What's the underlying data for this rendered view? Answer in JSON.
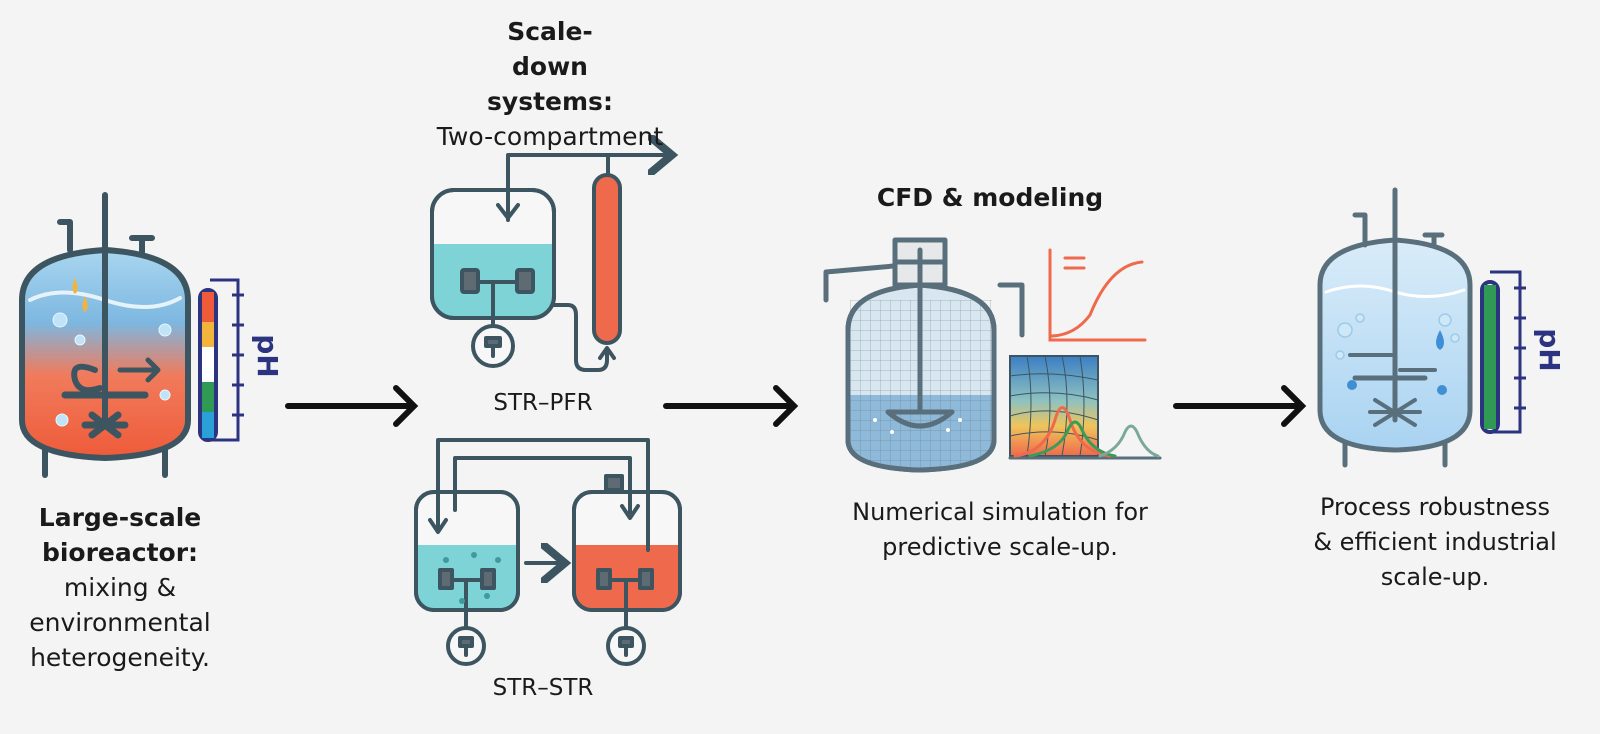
{
  "stages": {
    "large_scale": {
      "title": "Large-scale bioreactor:",
      "lines": [
        "mixing &",
        "environmental",
        "heterogeneity."
      ],
      "gauge_label": "pH"
    },
    "scale_down": {
      "title": "Scale-down systems:",
      "subtitle": "Two-compartment",
      "str_pfr_caption": "STR–PFR",
      "str_str_caption": "STR–STR"
    },
    "cfd": {
      "title": "CFD & modeling",
      "description": "Numerical simulation for predictive scale-up."
    },
    "result": {
      "description": "Process robustness & efficient industrial scale-up.",
      "gauge_label": "pH"
    }
  },
  "colors": {
    "outline": "#3d5560",
    "hot": "#ef6a4c",
    "cool": "#7ed3d6",
    "blue_light": "#cfe6f5",
    "navy": "#2c3380",
    "arrow": "#111111"
  },
  "icons": [
    "bioreactor-icon",
    "ph-gauge-icon",
    "stirred-tank-icon",
    "plug-flow-reactor-icon",
    "mesh-reactor-icon",
    "sigmoid-plot-icon",
    "heatmap-icon",
    "bell-curve-plot-icon"
  ]
}
